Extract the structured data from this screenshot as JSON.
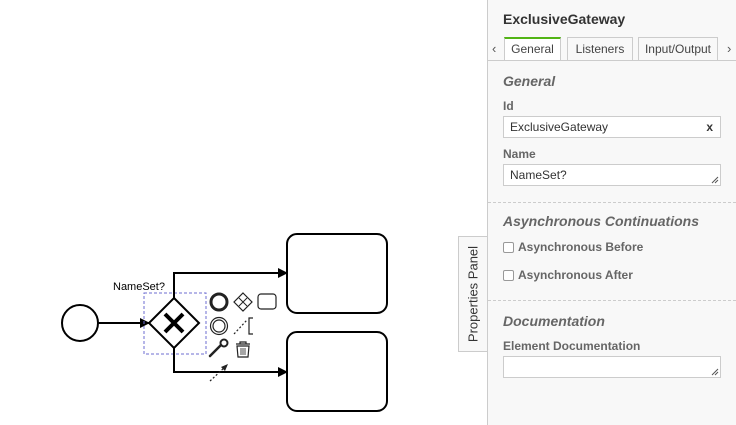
{
  "diagram": {
    "gateway_label": "NameSet?"
  },
  "toggle": {
    "label": "Properties Panel"
  },
  "panel": {
    "title": "ExclusiveGateway",
    "tabs": [
      {
        "label": "General",
        "active": true
      },
      {
        "label": "Listeners",
        "active": false
      },
      {
        "label": "Input/Output",
        "active": false
      }
    ],
    "tab_prev": "‹",
    "tab_next": "›",
    "general": {
      "heading": "General",
      "id_label": "Id",
      "id_value": "ExclusiveGateway",
      "id_clear": "x",
      "name_label": "Name",
      "name_value": "NameSet?"
    },
    "async": {
      "heading": "Asynchronous Continuations",
      "before_label": "Asynchronous Before",
      "before_checked": false,
      "after_label": "Asynchronous After",
      "after_checked": false
    },
    "docs": {
      "heading": "Documentation",
      "element_doc_label": "Element Documentation",
      "element_doc_value": ""
    }
  },
  "colors": {
    "accent": "#52b415",
    "selection": "#6c6cd0"
  }
}
